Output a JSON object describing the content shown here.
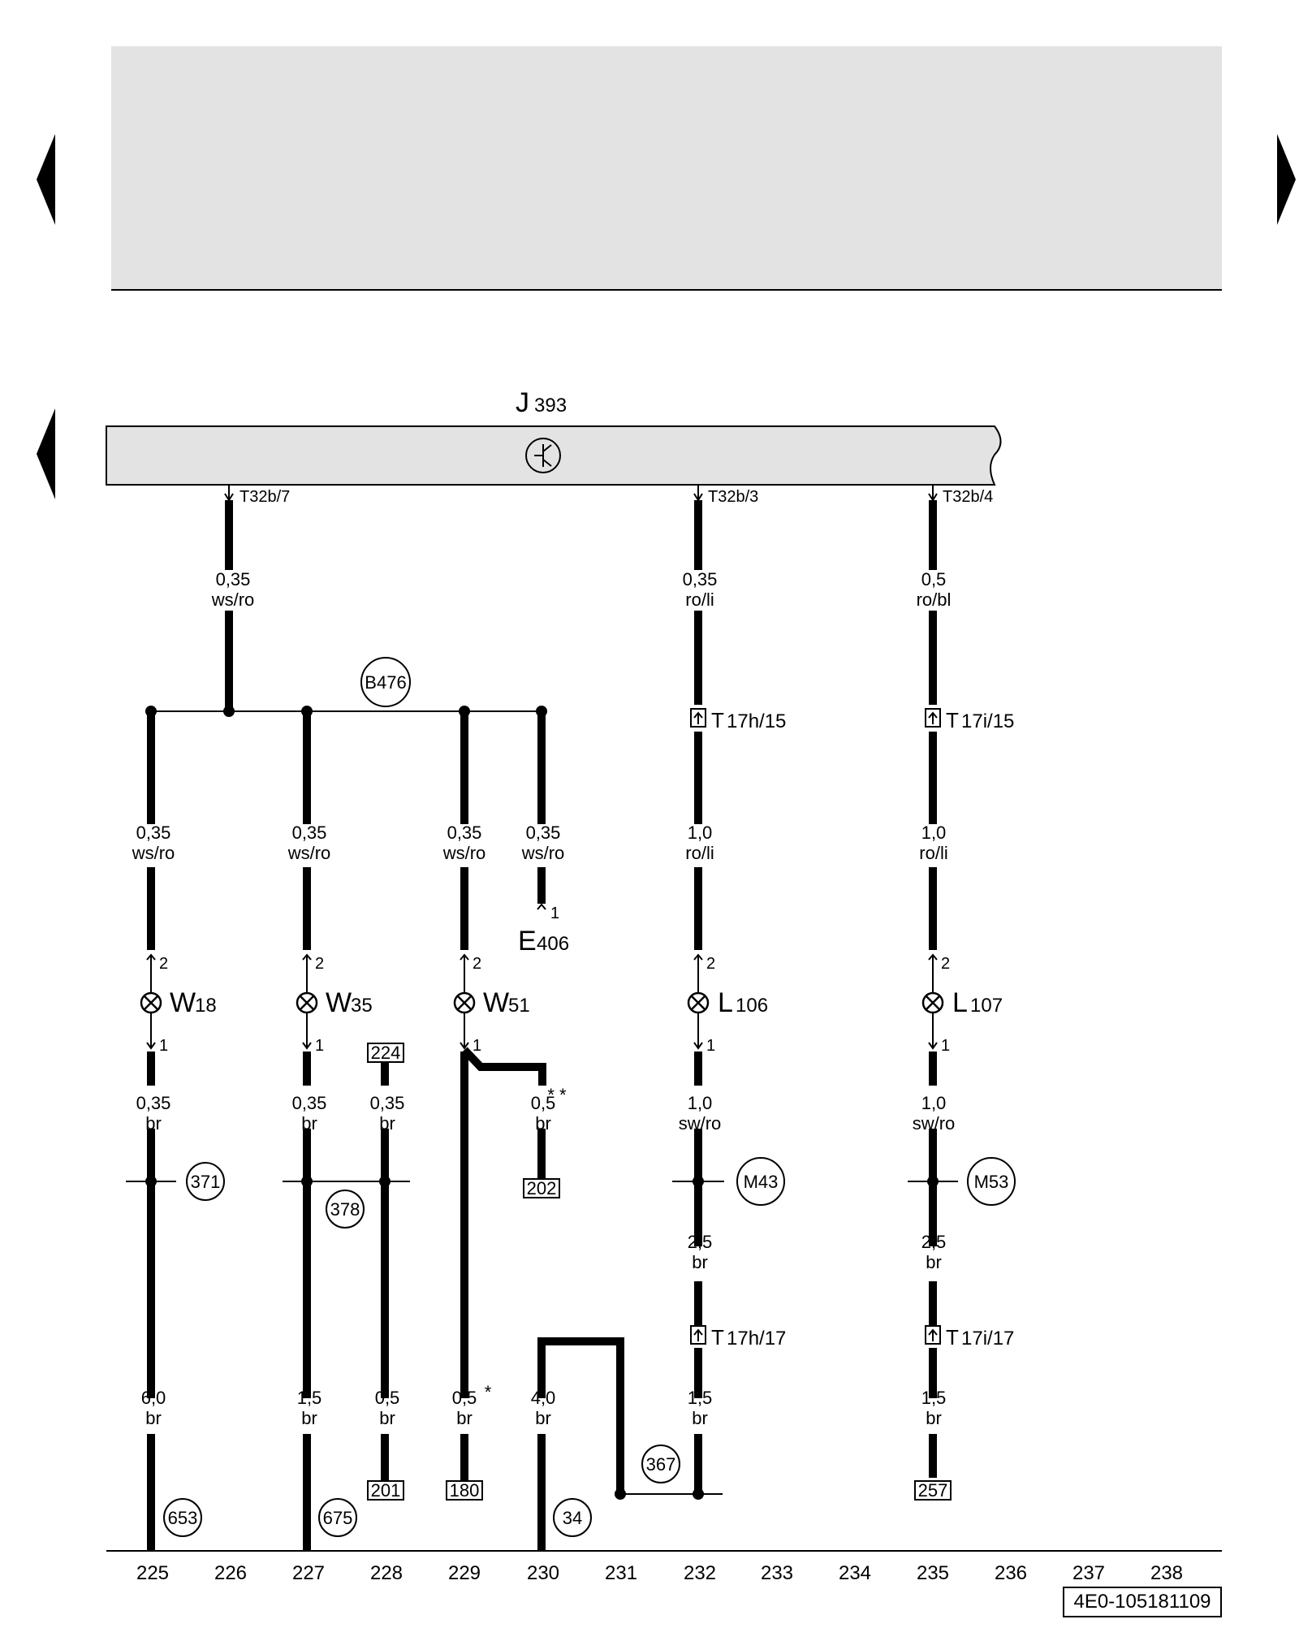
{
  "diagram": {
    "module": {
      "letter": "J",
      "number": "393"
    },
    "pins": {
      "p1": "T32b/7",
      "p2": "T32b/3",
      "p3": "T32b/4"
    },
    "node_b476": "B476",
    "wires": {
      "w_top_a": [
        "0,35",
        "ws/ro"
      ],
      "w_top_b": [
        "0,35",
        "ro/li"
      ],
      "w_top_c": [
        "0,5",
        "ro/bl"
      ],
      "w_225a": [
        "0,35",
        "ws/ro"
      ],
      "w_227a": [
        "0,35",
        "ws/ro"
      ],
      "w_229a": [
        "0,35",
        "ws/ro"
      ],
      "w_230a": [
        "0,35",
        "ws/ro"
      ],
      "w_232a": [
        "1,0",
        "ro/li"
      ],
      "w_235a": [
        "1,0",
        "ro/li"
      ],
      "w_225b": [
        "0,35",
        "br"
      ],
      "w_227b": [
        "0,35",
        "br"
      ],
      "w_228b": [
        "0,35",
        "br"
      ],
      "w_230b": [
        "0,5",
        "br"
      ],
      "w_232b": [
        "1,0",
        "sw/ro"
      ],
      "w_235b": [
        "1,0",
        "sw/ro"
      ],
      "w_232c": [
        "2,5",
        "br"
      ],
      "w_235c": [
        "2,5",
        "br"
      ],
      "w_225d": [
        "6,0",
        "br"
      ],
      "w_227d": [
        "1,5",
        "br"
      ],
      "w_228d": [
        "0,5",
        "br"
      ],
      "w_229d": [
        "0,5",
        "br"
      ],
      "w_230d": [
        "4,0",
        "br"
      ],
      "w_232d": [
        "1,5",
        "br"
      ],
      "w_235d": [
        "1,5",
        "br"
      ]
    },
    "star_single": "*",
    "star_double": "* *",
    "components": {
      "w18": {
        "letter": "W",
        "number": "18"
      },
      "w35": {
        "letter": "W",
        "number": "35"
      },
      "w51": {
        "letter": "W",
        "number": "51"
      },
      "l106": {
        "letter": "L",
        "number": "106"
      },
      "l107": {
        "letter": "L",
        "number": "107"
      },
      "e406": {
        "letter": "E",
        "number": "406"
      }
    },
    "connectors": {
      "t17h15": {
        "letter": "T",
        "sub": "17h/15"
      },
      "t17i15": {
        "letter": "T",
        "sub": "17i/15"
      },
      "t17h17": {
        "letter": "T",
        "sub": "17h/17"
      },
      "t17i17": {
        "letter": "T",
        "sub": "17i/17"
      }
    },
    "pin_numbers": {
      "one": "1",
      "two": "2"
    },
    "ground_points": [
      "371",
      "378",
      "M43",
      "M53",
      "653",
      "675",
      "34",
      "367"
    ],
    "page_refs": [
      "224",
      "202",
      "201",
      "180",
      "257"
    ],
    "columns": [
      "225",
      "226",
      "227",
      "228",
      "229",
      "230",
      "231",
      "232",
      "233",
      "234",
      "235",
      "236",
      "237",
      "238"
    ],
    "doc_number": "4E0-105181109"
  }
}
